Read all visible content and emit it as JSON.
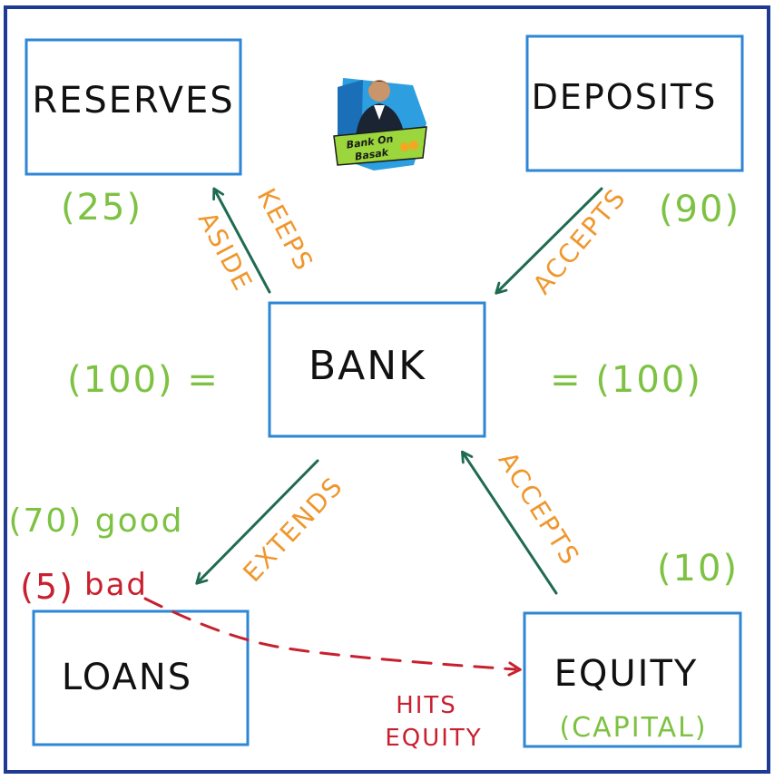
{
  "colors": {
    "frame": "#1f3a93",
    "box": "#2d86d6",
    "ink": "#111111",
    "green_text": "#7dc242",
    "arrow_green": "#1f6b4f",
    "orange": "#f0962c",
    "red": "#c8202f"
  },
  "nodes": {
    "reserves": "RESERVES",
    "deposits": "DEPOSITS",
    "bank": "BANK",
    "loans": "LOANS",
    "equity": "EQUITY",
    "equity_sub": "(CAPITAL)"
  },
  "values": {
    "reserves": "(25)",
    "deposits": "(90)",
    "assets_total": "(100) =",
    "liabilities_total": "= (100)",
    "loans_good": "(70) good",
    "loans_bad_num": "(5)",
    "loans_bad_word": "bad",
    "equity": "(10)"
  },
  "edges": {
    "keeps_line1": "KEEPS",
    "keeps_line2": "ASIDE",
    "accepts_deposits": "ACCEPTS",
    "extends": "EXTENDS",
    "accepts_equity": "ACCEPTS",
    "hits_line1": "HITS",
    "hits_line2": "EQUITY"
  },
  "logo": {
    "text_line1": "Bank On",
    "text_line2": "Basak"
  }
}
